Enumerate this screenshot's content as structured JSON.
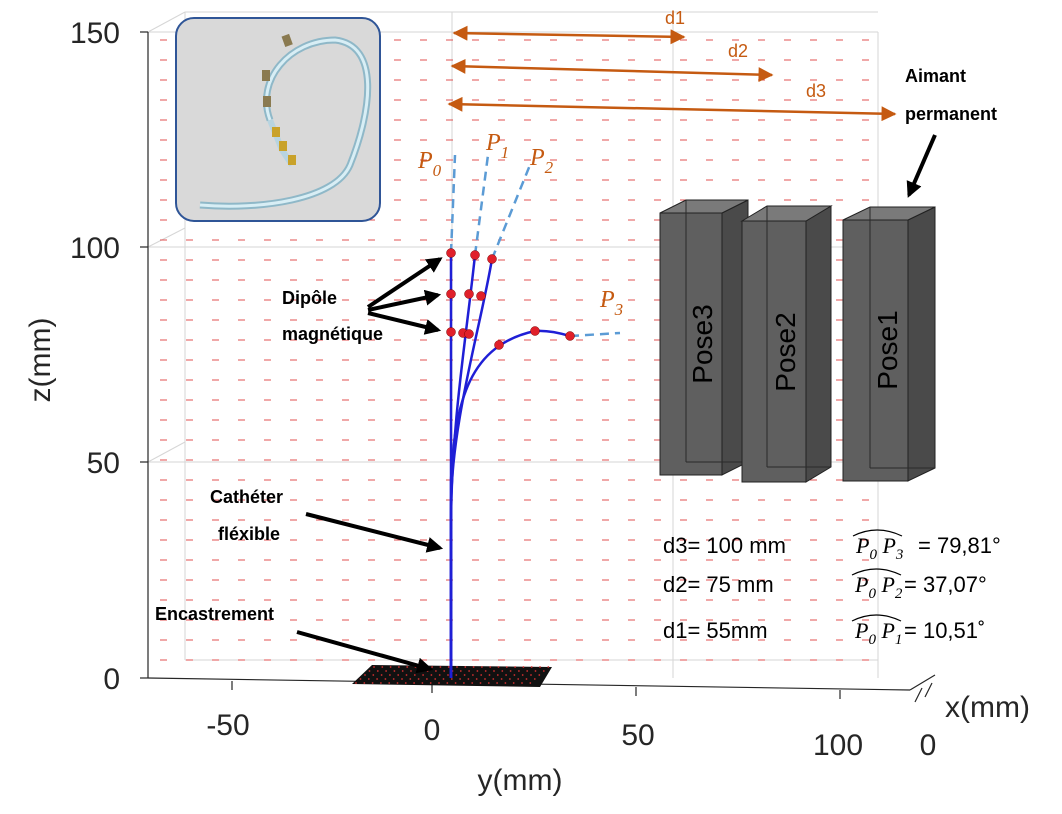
{
  "axes": {
    "z_label": "z(mm)",
    "y_label": "y(mm)",
    "x_label": "x(mm)",
    "z_ticks": [
      "150",
      "100",
      "50",
      "0"
    ],
    "y_ticks": [
      "-50",
      "0",
      "50",
      "100"
    ],
    "x_ticks": [
      "0"
    ]
  },
  "distances": {
    "d1": "d1",
    "d2": "d2",
    "d3": "d3"
  },
  "points": {
    "p0": {
      "base": "P",
      "sub": "0"
    },
    "p1": {
      "base": "P",
      "sub": "1"
    },
    "p2": {
      "base": "P",
      "sub": "2"
    },
    "p3": {
      "base": "P",
      "sub": "3"
    }
  },
  "annotations": {
    "magnet": [
      "Aimant",
      "permanent"
    ],
    "dipole": [
      "Dipôle",
      "magnétique"
    ],
    "catheter": [
      "Cathéter",
      "fléxible"
    ],
    "clamp": "Encastrement"
  },
  "poses": [
    "Pose3",
    "Pose2",
    "Pose1"
  ],
  "results": [
    {
      "dist": "d3= 100  mm",
      "p_a": "0",
      "p_b": "3",
      "value": "= 79,81°"
    },
    {
      "dist": "d2= 75  mm",
      "p_a": "0",
      "p_b": "2",
      "value": "= 37,07°"
    },
    {
      "dist": "d1= 55mm",
      "p_a": "0",
      "p_b": "1",
      "value": "= 10,51˚"
    }
  ],
  "colors": {
    "catheter": "#1f1fd6",
    "dipole": "#e0202a",
    "extension": "#5b9bd5",
    "distance_arrow": "#c55a11",
    "magnet": "#5f5f5f",
    "field": "#e05050"
  }
}
